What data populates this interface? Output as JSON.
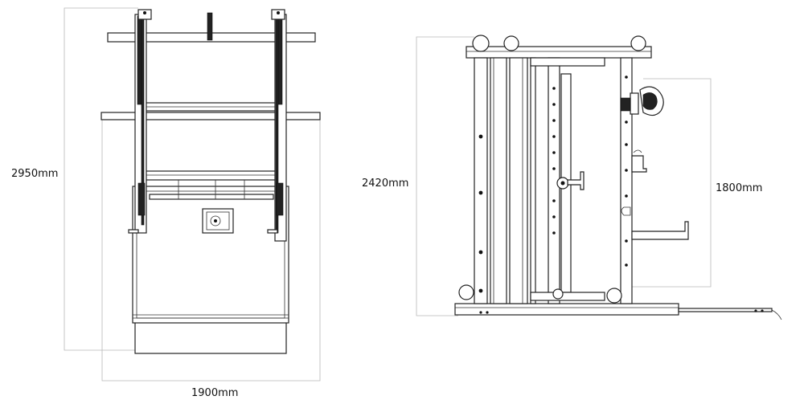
{
  "top_view": {
    "depth_dimension": "2950mm",
    "width_dimension": "1900mm"
  },
  "side_view": {
    "height_dimension": "2420mm",
    "hook_height_dimension": "1800mm"
  }
}
